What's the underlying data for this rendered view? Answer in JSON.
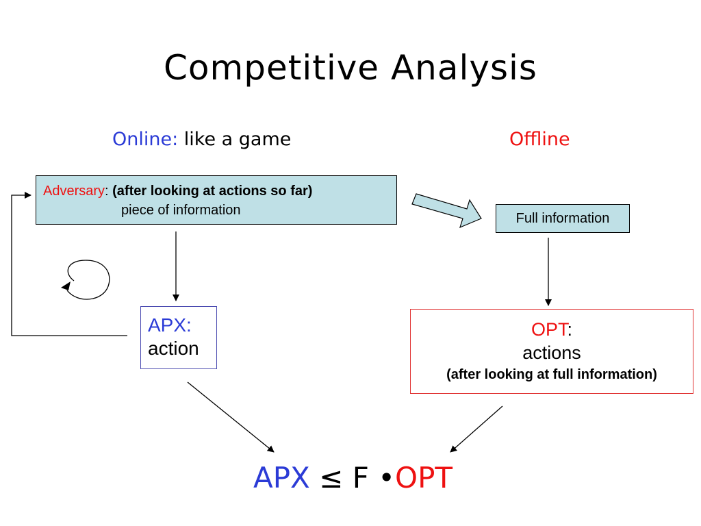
{
  "title": "Competitive Analysis",
  "online_heading": {
    "label": "Online:",
    "rest": " like a game"
  },
  "offline_heading": "Offline",
  "adversary_box": {
    "label": "Adversary",
    "colon": ":",
    "bold_text": " (after looking at actions so far)",
    "line2": "piece of information"
  },
  "full_info_box": "Full information",
  "apx_box": {
    "line1": "APX:",
    "line2": "action"
  },
  "opt_box": {
    "label": "OPT",
    "colon": ":",
    "line2": "actions",
    "line3": "(after looking at full information)"
  },
  "formula": {
    "apx": "APX",
    "leq": " ≤ ",
    "f": "F",
    "dot": " •",
    "opt": "OPT"
  },
  "colors": {
    "online_blue": "#2b3bd6",
    "offline_red": "#ee1111",
    "box_fill": "#bfe0e6"
  }
}
